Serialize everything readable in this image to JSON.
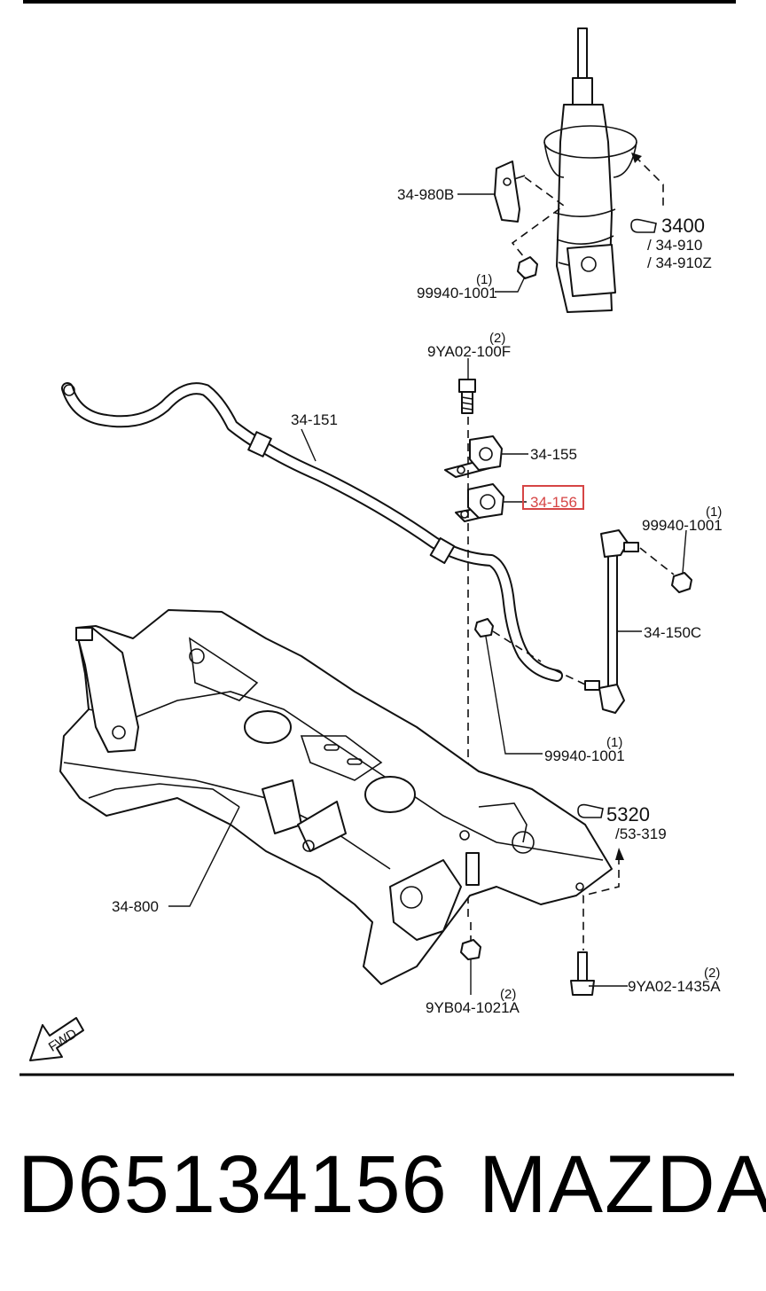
{
  "labels": {
    "l_34_980b": "34-980B",
    "l_99940_top_qty": "(1)",
    "l_99940_top": "99940-1001",
    "l_3400": "3400",
    "l_34_910": "/ 34-910",
    "l_34_910z": "/ 34-910Z",
    "l_9ya02_qty": "(2)",
    "l_9ya02_100f": "9YA02-100F",
    "l_34_151": "34-151",
    "l_34_155": "34-155",
    "l_34_156": "34-156",
    "l_99940_right_qty": "(1)",
    "l_99940_right": "99940-1001",
    "l_34_150c": "34-150C",
    "l_99940_mid_qty": "(1)",
    "l_99940_mid": "99940-1001",
    "l_5320": "5320",
    "l_53_319": "/53-319",
    "l_34_800": "34-800",
    "l_9ya02_1435a_qty": "(2)",
    "l_9ya02_1435a": "9YA02-1435A",
    "l_9yb04_qty": "(2)",
    "l_9yb04": "9YB04-1021A",
    "fwd": "FWD"
  },
  "highlight_color": "#d64545",
  "footer": {
    "part_number": "D65134156",
    "brand": "MAZDA"
  }
}
